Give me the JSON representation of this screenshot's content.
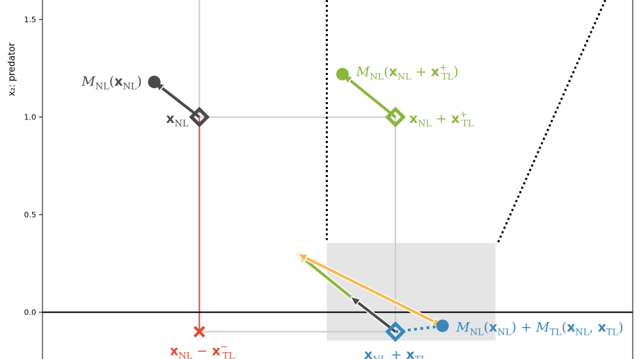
{
  "chart_data": {
    "type": "scatter",
    "ylabel": "x₂: predator",
    "ylim": [
      -0.24,
      1.6
    ],
    "xlim": [
      -0.8,
      2.21
    ],
    "yticks": [
      {
        "value": 0.0,
        "label": "0.0"
      },
      {
        "value": 0.5,
        "label": "0.5"
      },
      {
        "value": 1.0,
        "label": "1.0"
      },
      {
        "value": 1.5,
        "label": "1.5"
      }
    ],
    "grid": false,
    "colors": {
      "gray": "#4a4a4a",
      "green": "#8bb63e",
      "blue": "#3a87b8",
      "red": "#e24a33",
      "orange": "#f5bc52",
      "region": "#e5e5e5",
      "guide": "#cccccc"
    },
    "shaded_region": {
      "x": [
        0.65,
        1.51
      ],
      "y": [
        -0.145,
        0.355
      ]
    },
    "reference_lines": [
      {
        "kind": "horizontal",
        "y": 0.0,
        "color": "#000000",
        "style": "solid"
      },
      {
        "kind": "boundary",
        "points": [
          [
            0.65,
            1.6
          ],
          [
            0.65,
            0.37
          ]
        ],
        "color": "#000000",
        "style": "dotted"
      },
      {
        "kind": "boundary",
        "points": [
          [
            2.07,
            1.6
          ],
          [
            1.52,
            0.35
          ]
        ],
        "color": "#000000",
        "style": "dotted"
      }
    ],
    "guide_lines": [
      {
        "points": [
          [
            0.0,
            1.6
          ],
          [
            0.0,
            1.0
          ],
          [
            1.0,
            1.0
          ],
          [
            1.0,
            -0.1
          ]
        ],
        "color": "#cccccc"
      },
      {
        "points": [
          [
            0.0,
            -0.1
          ],
          [
            1.0,
            -0.1
          ]
        ],
        "color": "#cccccc"
      },
      {
        "points": [
          [
            0.0,
            1.0
          ],
          [
            0.0,
            -0.1
          ]
        ],
        "color": "#e24a33"
      }
    ],
    "points": [
      {
        "name": "x_NL",
        "x": 0.0,
        "y": 1.0,
        "marker": "diamond",
        "color": "#4a4a4a"
      },
      {
        "name": "M_NL(x_NL)",
        "x": -0.23,
        "y": 1.18,
        "marker": "circle",
        "color": "#4a4a4a"
      },
      {
        "name": "x_NL + x_TL+",
        "x": 1.0,
        "y": 1.0,
        "marker": "diamond",
        "color": "#8bb63e"
      },
      {
        "name": "M_NL(x_NL + x_TL+)",
        "x": 0.73,
        "y": 1.22,
        "marker": "circle",
        "color": "#8bb63e"
      },
      {
        "name": "x_NL + x_TL",
        "x": 1.0,
        "y": -0.1,
        "marker": "diamond",
        "color": "#3a87b8"
      },
      {
        "name": "M_NL(x_NL) + M_TL(x_NL, x_TL)",
        "x": 1.24,
        "y": -0.07,
        "marker": "circle",
        "color": "#3a87b8"
      },
      {
        "name": "x_NL - x_TL-",
        "x": 0.0,
        "y": -0.1,
        "marker": "x",
        "color": "#e24a33"
      }
    ],
    "arrows": [
      {
        "from": [
          0.0,
          1.0
        ],
        "to": [
          -0.23,
          1.18
        ],
        "color": "#4a4a4a"
      },
      {
        "from": [
          1.0,
          1.0
        ],
        "to": [
          0.73,
          1.22
        ],
        "color": "#8bb63e"
      },
      {
        "from": [
          1.0,
          -0.1
        ],
        "to": [
          0.77,
          0.08
        ],
        "color": "#4a4a4a"
      },
      {
        "from": [
          0.77,
          0.08
        ],
        "to": [
          0.5,
          0.3
        ],
        "color": "#8bb63e"
      },
      {
        "from": [
          0.5,
          0.3
        ],
        "to": [
          1.24,
          -0.07
        ],
        "color": "#f5bc52",
        "double": true
      },
      {
        "from": [
          1.0,
          -0.1
        ],
        "to": [
          1.24,
          -0.07
        ],
        "color": "#3a87b8",
        "dotted": true,
        "head": false
      }
    ],
    "annotations": [
      {
        "key": "m_nl_xnl",
        "color": "#4a4a4a",
        "x": -0.6,
        "y": 1.16,
        "parts": [
          [
            "M",
            "cal"
          ],
          [
            "NL",
            "sub"
          ],
          [
            "(",
            ""
          ],
          [
            "x",
            "bold"
          ],
          [
            "NL",
            "sub"
          ],
          [
            ")",
            ""
          ]
        ]
      },
      {
        "key": "xnl",
        "color": "#4a4a4a",
        "x": -0.17,
        "y": 0.97,
        "parts": [
          [
            "x",
            "bold"
          ],
          [
            "NL",
            "sub"
          ]
        ]
      },
      {
        "key": "m_nl_plus",
        "color": "#8bb63e",
        "x": 0.8,
        "y": 1.21,
        "parts": [
          [
            "M",
            "cal"
          ],
          [
            "NL",
            "sub"
          ],
          [
            "(",
            ""
          ],
          [
            "x",
            "bold"
          ],
          [
            "NL",
            "sub"
          ],
          [
            " + ",
            ""
          ],
          [
            "x",
            "bold"
          ],
          [
            "+",
            "sup"
          ],
          [
            "TL",
            "sub"
          ],
          [
            ")",
            ""
          ]
        ]
      },
      {
        "key": "xnl_plus",
        "color": "#8bb63e",
        "x": 1.07,
        "y": 0.97,
        "parts": [
          [
            "x",
            "bold"
          ],
          [
            "NL",
            "sub"
          ],
          [
            " + ",
            ""
          ],
          [
            "x",
            "bold"
          ],
          [
            "+",
            "sup"
          ],
          [
            "TL",
            "sub"
          ]
        ]
      },
      {
        "key": "m_sum",
        "color": "#3a87b8",
        "x": 1.31,
        "y": -0.1,
        "parts": [
          [
            "M",
            "cal"
          ],
          [
            "NL",
            "sub"
          ],
          [
            "(",
            ""
          ],
          [
            "x",
            "bold"
          ],
          [
            "NL",
            "sub"
          ],
          [
            ")",
            ""
          ],
          [
            " + ",
            ""
          ],
          [
            "M",
            "cal"
          ],
          [
            "TL",
            "sub"
          ],
          [
            "(",
            ""
          ],
          [
            "x",
            "bold"
          ],
          [
            "NL",
            "sub"
          ],
          [
            ", ",
            ""
          ],
          [
            "x",
            "bold"
          ],
          [
            "TL",
            "sub"
          ],
          [
            ")",
            ""
          ]
        ]
      },
      {
        "key": "xnl_tl",
        "color": "#3a87b8",
        "x": 0.84,
        "y": -0.24,
        "parts": [
          [
            "x",
            "bold"
          ],
          [
            "NL",
            "sub"
          ],
          [
            " + ",
            ""
          ],
          [
            "x",
            "bold"
          ],
          [
            "TL",
            "sub"
          ]
        ]
      },
      {
        "key": "xnl_minus",
        "color": "#e24a33",
        "x": -0.15,
        "y": -0.22,
        "parts": [
          [
            "x",
            "bold"
          ],
          [
            "NL",
            "sub"
          ],
          [
            " − ",
            ""
          ],
          [
            "x",
            "bold"
          ],
          [
            "−",
            "sup"
          ],
          [
            "TL",
            "sub"
          ]
        ]
      }
    ]
  }
}
